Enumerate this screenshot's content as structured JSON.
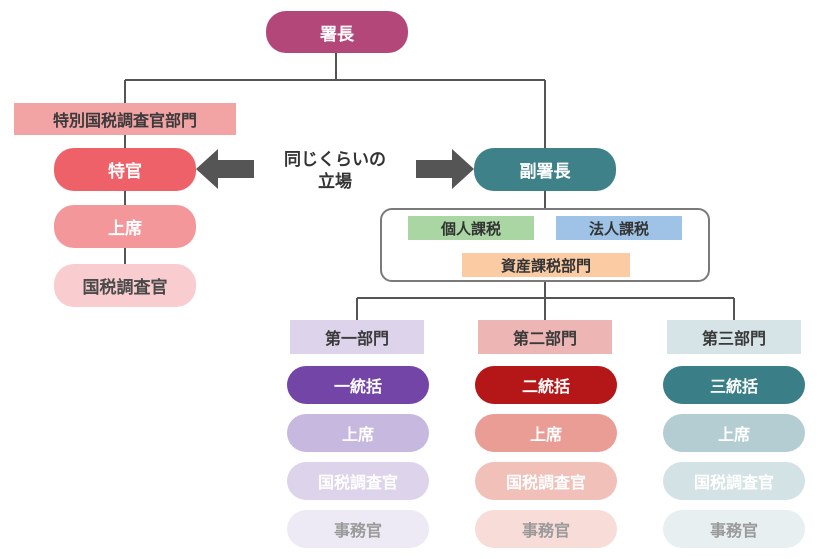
{
  "chief": "署長",
  "special_dept": "特別国税調査官部門",
  "tokkan": "特官",
  "left_joseki": "上席",
  "left_chosakan": "国税調査官",
  "equal_line1": "同じくらいの",
  "equal_line2": "立場",
  "deputy": "副署長",
  "departments": {
    "kojin": "個人課税",
    "hojin": "法人課税",
    "shisan": "資産課税部門"
  },
  "columns": [
    {
      "head": "第一部門",
      "tokatsu": "一統括",
      "joseki": "上席",
      "chosakan": "国税調査官",
      "jimukan": "事務官"
    },
    {
      "head": "第二部門",
      "tokatsu": "二統括",
      "joseki": "上席",
      "chosakan": "国税調査官",
      "jimukan": "事務官"
    },
    {
      "head": "第三部門",
      "tokatsu": "三統括",
      "joseki": "上席",
      "chosakan": "国税調査官",
      "jimukan": "事務官"
    }
  ]
}
